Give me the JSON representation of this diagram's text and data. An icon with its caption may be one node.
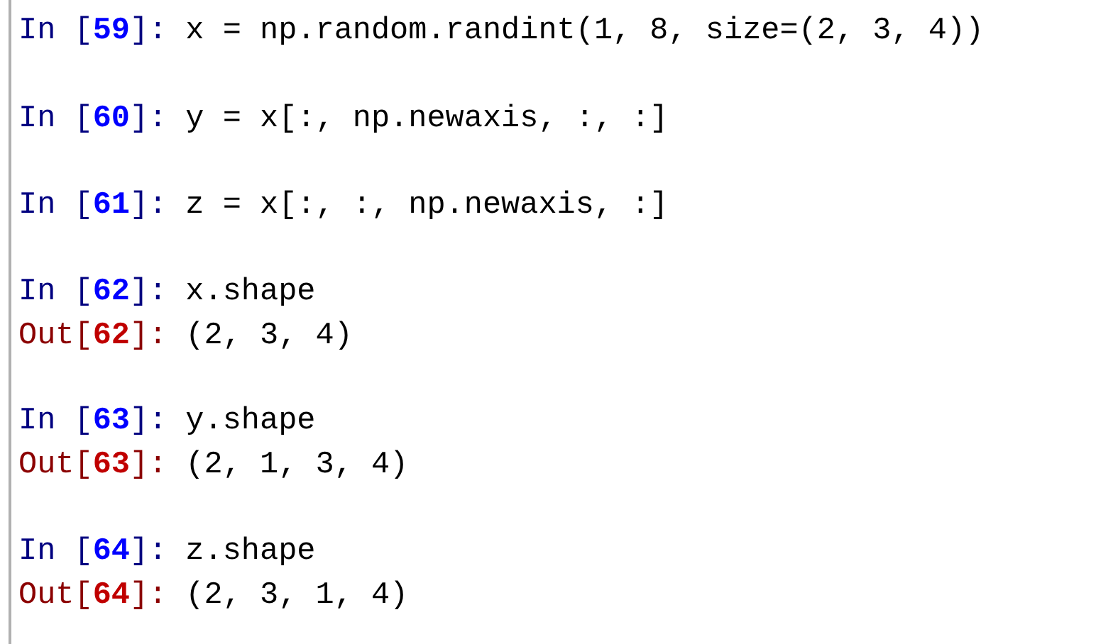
{
  "diagram": {
    "labels": [
      "In [**59**]:",
      "x = np.random.randint(1, 8, size=(2, 3, 4))",
      "In [**60**]:",
      "y = x[:, np.newaxis, :, :]",
      "In [**61**]:",
      "z = x[:, :, np.newaxis, :]",
      "In [**62**]:",
      "x.shape",
      "Out[**62**]:",
      "(2, 3, 4)",
      "In [**63**]:",
      "y.shape",
      "Out[**63**]:",
      "(2, 1, 3, 4)",
      "In [**64**]:",
      "z.shape",
      "Out[**64**]:",
      "(2, 3, 1, 4)"
    ]
  }
}
